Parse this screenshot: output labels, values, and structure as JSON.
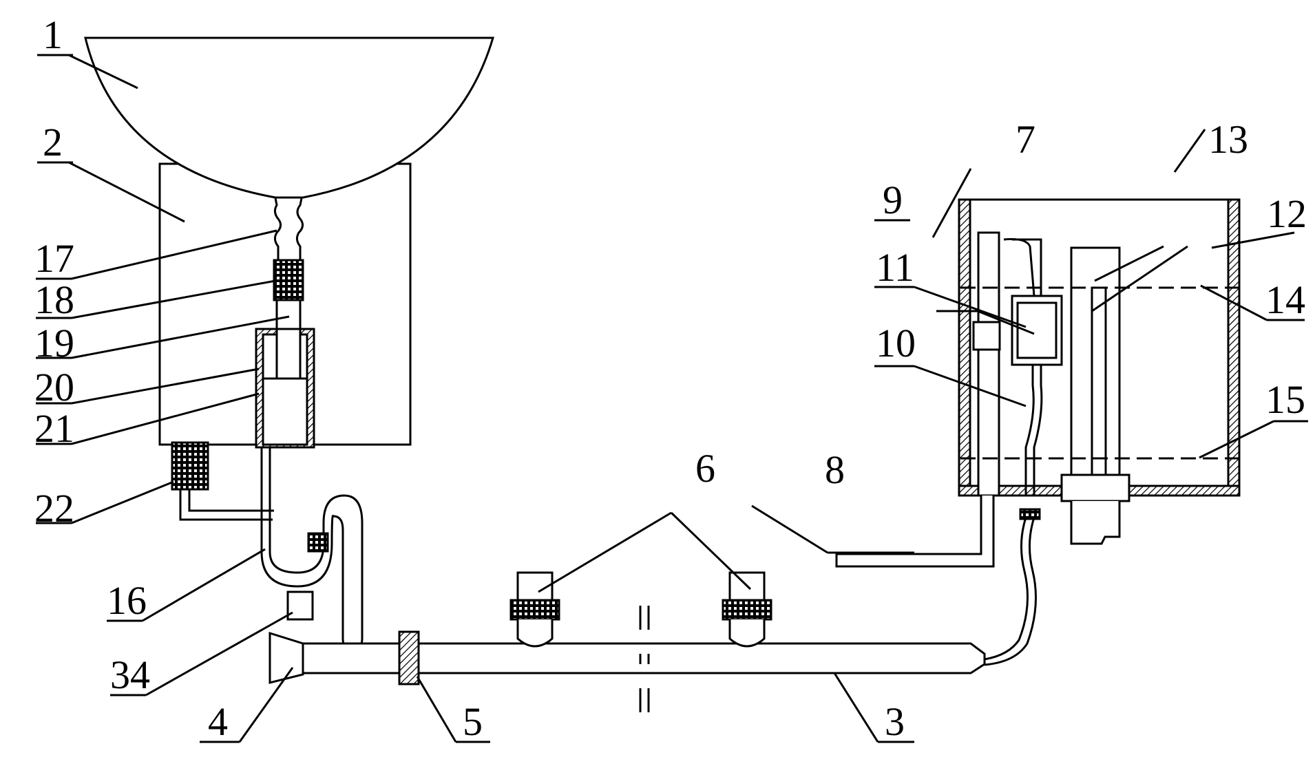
{
  "labels": {
    "n1": "1",
    "n2": "2",
    "n3": "3",
    "n4": "4",
    "n5": "5",
    "n6": "6",
    "n7": "7",
    "n8": "8",
    "n9": "9",
    "n10": "10",
    "n11": "11",
    "n12": "12",
    "n13": "13",
    "n14": "14",
    "n15": "15",
    "n16": "16",
    "n17": "17",
    "n18": "18",
    "n19": "19",
    "n20": "20",
    "n21": "21",
    "n22": "22",
    "n34": "34"
  }
}
